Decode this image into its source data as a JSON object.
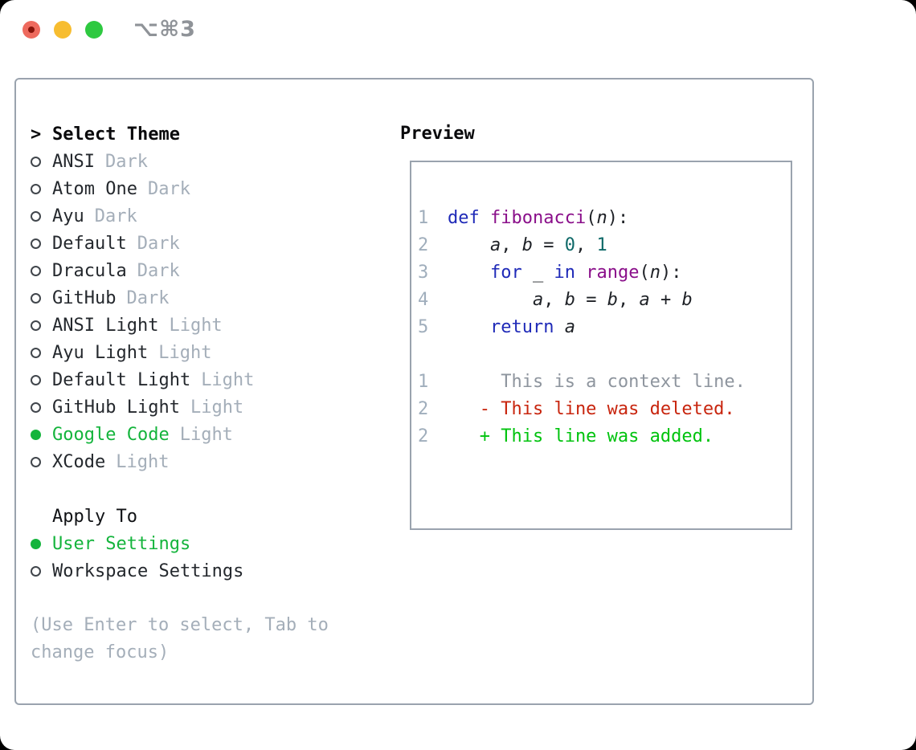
{
  "titlebar": {
    "shortcut": "⌥⌘3",
    "traffic_lights": [
      "close",
      "minimize",
      "zoom"
    ]
  },
  "select_theme": {
    "cursor": ">",
    "title": "Select Theme",
    "items": [
      {
        "name": "ANSI",
        "variant": "Dark",
        "selected": false
      },
      {
        "name": "Atom One",
        "variant": "Dark",
        "selected": false
      },
      {
        "name": "Ayu",
        "variant": "Dark",
        "selected": false
      },
      {
        "name": "Default",
        "variant": "Dark",
        "selected": false
      },
      {
        "name": "Dracula",
        "variant": "Dark",
        "selected": false
      },
      {
        "name": "GitHub",
        "variant": "Dark",
        "selected": false
      },
      {
        "name": "ANSI Light",
        "variant": "Light",
        "selected": false
      },
      {
        "name": "Ayu Light",
        "variant": "Light",
        "selected": false
      },
      {
        "name": "Default Light",
        "variant": "Light",
        "selected": false
      },
      {
        "name": "GitHub Light",
        "variant": "Light",
        "selected": false
      },
      {
        "name": "Google Code",
        "variant": "Light",
        "selected": true
      },
      {
        "name": "XCode",
        "variant": "Light",
        "selected": false
      }
    ]
  },
  "apply_to": {
    "title": "Apply To",
    "items": [
      {
        "name": "User Settings",
        "selected": true
      },
      {
        "name": "Workspace Settings",
        "selected": false
      }
    ]
  },
  "help_text": "(Use Enter to select, Tab to change focus)",
  "preview": {
    "title": "Preview",
    "code_lines": [
      {
        "num": "1",
        "segments": [
          [
            "kw",
            "def"
          ],
          [
            "pl",
            " "
          ],
          [
            "fn",
            "fibonacci"
          ],
          [
            "pl",
            "("
          ],
          [
            "var",
            "n"
          ],
          [
            "pl",
            "):"
          ]
        ]
      },
      {
        "num": "2",
        "segments": [
          [
            "pl",
            "    "
          ],
          [
            "var",
            "a"
          ],
          [
            "pl",
            ", "
          ],
          [
            "var",
            "b"
          ],
          [
            "pl",
            " = "
          ],
          [
            "lit",
            "0"
          ],
          [
            "pl",
            ", "
          ],
          [
            "lit",
            "1"
          ]
        ]
      },
      {
        "num": "3",
        "segments": [
          [
            "pl",
            "    "
          ],
          [
            "kw",
            "for"
          ],
          [
            "pl",
            " _ "
          ],
          [
            "kw",
            "in"
          ],
          [
            "pl",
            " "
          ],
          [
            "fn",
            "range"
          ],
          [
            "pl",
            "("
          ],
          [
            "var",
            "n"
          ],
          [
            "pl",
            "):"
          ]
        ]
      },
      {
        "num": "4",
        "segments": [
          [
            "pl",
            "        "
          ],
          [
            "var",
            "a"
          ],
          [
            "pl",
            ", "
          ],
          [
            "var",
            "b"
          ],
          [
            "pl",
            " = "
          ],
          [
            "var",
            "b"
          ],
          [
            "pl",
            ", "
          ],
          [
            "var",
            "a"
          ],
          [
            "pl",
            " + "
          ],
          [
            "var",
            "b"
          ]
        ]
      },
      {
        "num": "5",
        "segments": [
          [
            "pl",
            "    "
          ],
          [
            "kw",
            "return"
          ],
          [
            "pl",
            " "
          ],
          [
            "var",
            "a"
          ]
        ]
      }
    ],
    "diff_lines": [
      {
        "num": "1",
        "kind": "context",
        "text": "     This is a context line."
      },
      {
        "num": "2",
        "kind": "deleted",
        "text": "   - This line was deleted."
      },
      {
        "num": "2",
        "kind": "added",
        "text": "   + This line was added."
      }
    ]
  },
  "colors": {
    "selected_green": "#14b43c",
    "keyword": "#1f2ab8",
    "function": "#8a0f8a",
    "literal": "#0e6968",
    "plain": "#1e2126",
    "context_gray": "#8e959e",
    "deleted_red": "#c8250e",
    "added_green": "#00c30e",
    "panel_border": "#9aa3ae",
    "muted_text": "#a4aeb9"
  }
}
